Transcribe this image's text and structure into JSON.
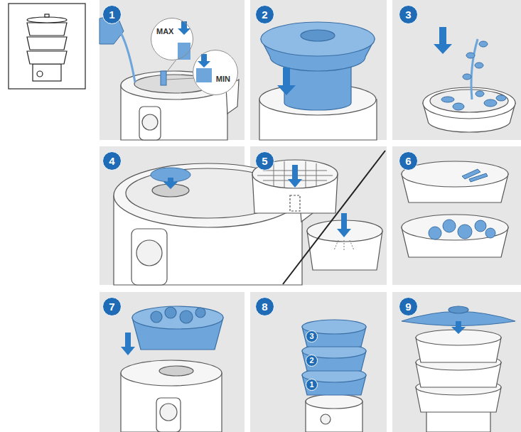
{
  "diagram": {
    "nodes": [
      {
        "text": [
          "1"
        ]
      },
      {
        "text": [
          "MAX"
        ]
      },
      {
        "text": [
          "MIN"
        ]
      },
      {
        "text": [
          "2"
        ]
      },
      {
        "text": [
          "3"
        ]
      },
      {
        "text": [
          "4"
        ]
      },
      {
        "text": [
          "5"
        ]
      },
      {
        "text": [
          "6"
        ]
      },
      {
        "text": [
          "7"
        ]
      },
      {
        "text": [
          "8"
        ]
      },
      {
        "text": [
          "3"
        ]
      },
      {
        "text": [
          "2"
        ]
      },
      {
        "text": [
          "1"
        ]
      },
      {
        "text": [
          "9"
        ]
      }
    ]
  }
}
